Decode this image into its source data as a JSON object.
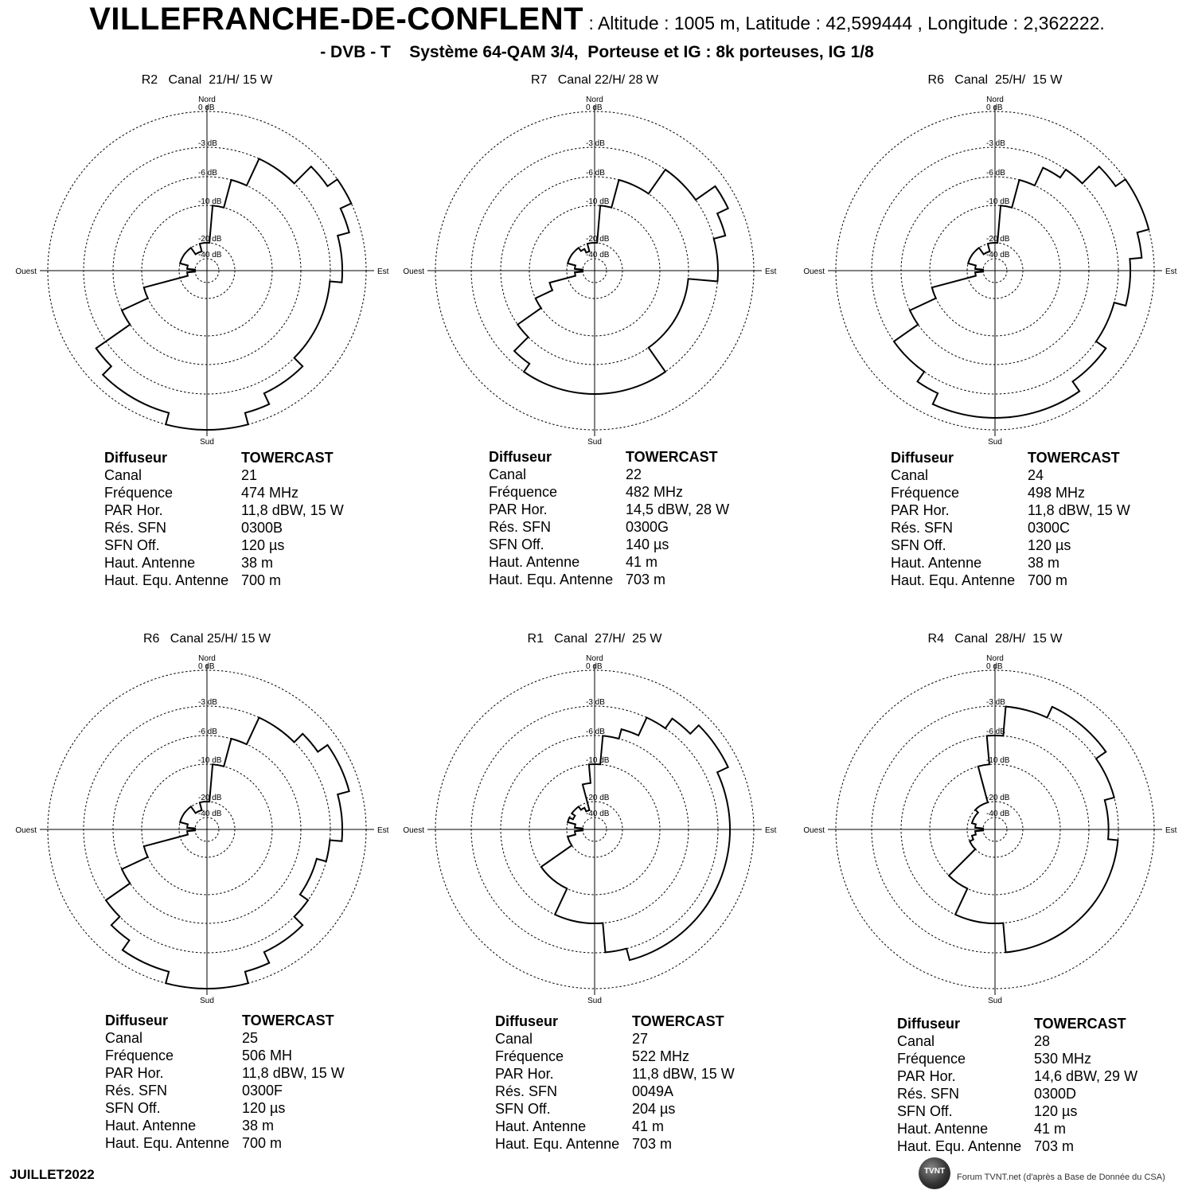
{
  "header": {
    "town": "VILLEFRANCHE-DE-CONFLENT",
    "coords": " : Altitude : 1005 m, Latitude : 42,599444 , Longitude : 2,362222.",
    "subtitle": "- DVB - T    Système 64-QAM 3/4,  Porteuse et IG : 8k porteuses, IG 1/8"
  },
  "row_labels": [
    "Diffuseur",
    "Canal",
    "Fréquence",
    "PAR Hor.",
    "Rés. SFN",
    "SFN Off.",
    "Haut. Antenne",
    "Haut. Equ. Antenne"
  ],
  "ring_labels": [
    "0 dB",
    "-3 dB",
    "-6 dB",
    "-10 dB",
    "-20 dB",
    "-40 dB"
  ],
  "directions": {
    "north": "Nord",
    "south": "Sud",
    "east": "Est",
    "west": "Ouest"
  },
  "panels": [
    {
      "header": "R2   Canal  21/H/ 15 W",
      "diffuseur": "TOWERCAST",
      "canal": "21",
      "frequence": "474 MHz",
      "par": "11,8 dBW, 15 W",
      "sfn": "0300B",
      "sfn_off": "120 µs",
      "haut_antenne": "38 m",
      "haut_equ": "700 m"
    },
    {
      "header": "R7   Canal 22/H/ 28 W",
      "diffuseur": "TOWERCAST",
      "canal": "22",
      "frequence": "482 MHz",
      "par": "14,5 dBW, 28 W",
      "sfn": "0300G",
      "sfn_off": "140 µs",
      "haut_antenne": "41 m",
      "haut_equ": "703 m"
    },
    {
      "header": "R6   Canal  25/H/  15 W",
      "diffuseur": "TOWERCAST",
      "canal": "24",
      "frequence": "498 MHz",
      "par": "11,8 dBW, 15 W",
      "sfn": "0300C",
      "sfn_off": "120 µs",
      "haut_antenne": "38 m",
      "haut_equ": "700 m"
    },
    {
      "header": "R6   Canal 25/H/ 15 W",
      "diffuseur": "TOWERCAST",
      "canal": "25",
      "frequence": "506 MH",
      "par": "11,8 dBW, 15 W",
      "sfn": "0300F",
      "sfn_off": "120 µs",
      "haut_antenne": "38 m",
      "haut_equ": "700 m"
    },
    {
      "header": "R1   Canal  27/H/  25 W",
      "diffuseur": "TOWERCAST",
      "canal": "27",
      "frequence": "522 MHz",
      "par": "11,8 dBW, 15 W",
      "sfn": "0049A",
      "sfn_off": "204 µs",
      "haut_antenne": "41 m",
      "haut_equ": "703 m"
    },
    {
      "header": "R4   Canal  28/H/  15 W",
      "diffuseur": "TOWERCAST",
      "canal": "28",
      "frequence": "530 MHz",
      "par": "14,6 dBW, 29 W",
      "sfn": "0300D",
      "sfn_off": "120 µs",
      "haut_antenne": "41 m",
      "haut_equ": "703 m"
    }
  ],
  "footer": {
    "date": "JUILLET2022",
    "logo": "TVNT",
    "credit": "Forum TVNT.net (d'après  a Base de Donnée du CSA)"
  },
  "chart_data": [
    {
      "type": "polar",
      "title": "R2   Canal  21/H/ 15 W",
      "angle_unit": "deg_clockwise_from_north",
      "radial_unit": "dB",
      "rings_db": [
        0,
        -3,
        -6,
        -10,
        -20,
        -40
      ],
      "radial_min_db": -40,
      "pattern": [
        {
          "az": 0,
          "db": -20
        },
        {
          "az": 10,
          "db": -10
        },
        {
          "az": 20,
          "db": -6
        },
        {
          "az": 30,
          "db": -3
        },
        {
          "az": 40,
          "db": -3
        },
        {
          "az": 50,
          "db": -1
        },
        {
          "az": 60,
          "db": 0
        },
        {
          "az": 70,
          "db": -1
        },
        {
          "az": 80,
          "db": -2
        },
        {
          "az": 90,
          "db": -2
        },
        {
          "az": 100,
          "db": -3
        },
        {
          "az": 110,
          "db": -3
        },
        {
          "az": 120,
          "db": -3
        },
        {
          "az": 130,
          "db": -3
        },
        {
          "az": 140,
          "db": -2
        },
        {
          "az": 150,
          "db": -2
        },
        {
          "az": 160,
          "db": -1
        },
        {
          "az": 170,
          "db": 0
        },
        {
          "az": 180,
          "db": 0
        },
        {
          "az": 190,
          "db": 0
        },
        {
          "az": 200,
          "db": -1
        },
        {
          "az": 210,
          "db": -1
        },
        {
          "az": 220,
          "db": -1
        },
        {
          "az": 230,
          "db": -2
        },
        {
          "az": 240,
          "db": -6
        },
        {
          "az": 250,
          "db": -10
        },
        {
          "az": 260,
          "db": -30
        },
        {
          "az": 270,
          "db": -40
        },
        {
          "az": 280,
          "db": -30
        },
        {
          "az": 290,
          "db": -20
        },
        {
          "az": 300,
          "db": -20
        },
        {
          "az": 310,
          "db": -20
        },
        {
          "az": 320,
          "db": -20
        },
        {
          "az": 330,
          "db": -30
        },
        {
          "az": 340,
          "db": -30
        },
        {
          "az": 350,
          "db": -20
        }
      ]
    },
    {
      "type": "polar",
      "title": "R7   Canal 22/H/ 28 W",
      "angle_unit": "deg_clockwise_from_north",
      "radial_unit": "dB",
      "rings_db": [
        0,
        -3,
        -6,
        -10,
        -20,
        -40
      ],
      "radial_min_db": -40,
      "pattern": [
        {
          "az": 0,
          "db": -20
        },
        {
          "az": 10,
          "db": -10
        },
        {
          "az": 20,
          "db": -6
        },
        {
          "az": 30,
          "db": -6
        },
        {
          "az": 40,
          "db": -3
        },
        {
          "az": 50,
          "db": -3
        },
        {
          "az": 60,
          "db": -1
        },
        {
          "az": 70,
          "db": -2
        },
        {
          "az": 80,
          "db": -3
        },
        {
          "az": 90,
          "db": -3
        },
        {
          "az": 100,
          "db": -6
        },
        {
          "az": 110,
          "db": -6
        },
        {
          "az": 120,
          "db": -6
        },
        {
          "az": 130,
          "db": -6
        },
        {
          "az": 140,
          "db": -6
        },
        {
          "az": 150,
          "db": -3
        },
        {
          "az": 160,
          "db": -3
        },
        {
          "az": 170,
          "db": -3
        },
        {
          "az": 180,
          "db": -3
        },
        {
          "az": 190,
          "db": -3
        },
        {
          "az": 200,
          "db": -3
        },
        {
          "az": 210,
          "db": -3
        },
        {
          "az": 220,
          "db": -4
        },
        {
          "az": 230,
          "db": -6
        },
        {
          "az": 240,
          "db": -10
        },
        {
          "az": 250,
          "db": -15
        },
        {
          "az": 260,
          "db": -30
        },
        {
          "az": 270,
          "db": -40
        },
        {
          "az": 280,
          "db": -30
        },
        {
          "az": 290,
          "db": -20
        },
        {
          "az": 300,
          "db": -20
        },
        {
          "az": 310,
          "db": -20
        },
        {
          "az": 320,
          "db": -20
        },
        {
          "az": 330,
          "db": -25
        },
        {
          "az": 340,
          "db": -30
        },
        {
          "az": 350,
          "db": -20
        }
      ]
    },
    {
      "type": "polar",
      "title": "R6   Canal  25/H/  15 W",
      "angle_unit": "deg_clockwise_from_north",
      "radial_unit": "dB",
      "rings_db": [
        0,
        -3,
        -6,
        -10,
        -20,
        -40
      ],
      "radial_min_db": -40,
      "pattern": [
        {
          "az": 0,
          "db": -20
        },
        {
          "az": 10,
          "db": -10
        },
        {
          "az": 20,
          "db": -6
        },
        {
          "az": 30,
          "db": -4
        },
        {
          "az": 40,
          "db": -3
        },
        {
          "az": 50,
          "db": -1
        },
        {
          "az": 60,
          "db": 0
        },
        {
          "az": 70,
          "db": 0
        },
        {
          "az": 80,
          "db": -1
        },
        {
          "az": 90,
          "db": -2
        },
        {
          "az": 100,
          "db": -2
        },
        {
          "az": 110,
          "db": -3
        },
        {
          "az": 120,
          "db": -3
        },
        {
          "az": 130,
          "db": -2
        },
        {
          "az": 140,
          "db": -2
        },
        {
          "az": 150,
          "db": -1
        },
        {
          "az": 160,
          "db": -1
        },
        {
          "az": 170,
          "db": -1
        },
        {
          "az": 180,
          "db": -1
        },
        {
          "az": 190,
          "db": -1
        },
        {
          "az": 200,
          "db": -1
        },
        {
          "az": 210,
          "db": -2
        },
        {
          "az": 220,
          "db": -3
        },
        {
          "az": 230,
          "db": -3
        },
        {
          "az": 240,
          "db": -6
        },
        {
          "az": 250,
          "db": -10
        },
        {
          "az": 260,
          "db": -30
        },
        {
          "az": 270,
          "db": -40
        },
        {
          "az": 280,
          "db": -30
        },
        {
          "az": 290,
          "db": -20
        },
        {
          "az": 300,
          "db": -20
        },
        {
          "az": 310,
          "db": -20
        },
        {
          "az": 320,
          "db": -20
        },
        {
          "az": 330,
          "db": -30
        },
        {
          "az": 340,
          "db": -30
        },
        {
          "az": 350,
          "db": -20
        }
      ]
    },
    {
      "type": "polar",
      "title": "R6   Canal 25/H/ 15 W",
      "angle_unit": "deg_clockwise_from_north",
      "radial_unit": "dB",
      "rings_db": [
        0,
        -3,
        -6,
        -10,
        -20,
        -40
      ],
      "radial_min_db": -40,
      "pattern": [
        {
          "az": 0,
          "db": -20
        },
        {
          "az": 10,
          "db": -10
        },
        {
          "az": 20,
          "db": -6
        },
        {
          "az": 30,
          "db": -3
        },
        {
          "az": 40,
          "db": -3
        },
        {
          "az": 50,
          "db": -2
        },
        {
          "az": 60,
          "db": -1
        },
        {
          "az": 70,
          "db": -1
        },
        {
          "az": 80,
          "db": -2
        },
        {
          "az": 90,
          "db": -2
        },
        {
          "az": 100,
          "db": -3
        },
        {
          "az": 110,
          "db": -4
        },
        {
          "az": 120,
          "db": -4
        },
        {
          "az": 130,
          "db": -3
        },
        {
          "az": 140,
          "db": -2
        },
        {
          "az": 150,
          "db": -2
        },
        {
          "az": 160,
          "db": -1
        },
        {
          "az": 170,
          "db": 0
        },
        {
          "az": 180,
          "db": 0
        },
        {
          "az": 190,
          "db": 0
        },
        {
          "az": 200,
          "db": -1
        },
        {
          "az": 210,
          "db": -1
        },
        {
          "az": 220,
          "db": -2
        },
        {
          "az": 230,
          "db": -3
        },
        {
          "az": 240,
          "db": -6
        },
        {
          "az": 250,
          "db": -10
        },
        {
          "az": 260,
          "db": -30
        },
        {
          "az": 270,
          "db": -40
        },
        {
          "az": 280,
          "db": -30
        },
        {
          "az": 290,
          "db": -20
        },
        {
          "az": 300,
          "db": -20
        },
        {
          "az": 310,
          "db": -20
        },
        {
          "az": 320,
          "db": -20
        },
        {
          "az": 330,
          "db": -30
        },
        {
          "az": 340,
          "db": -30
        },
        {
          "az": 350,
          "db": -20
        }
      ]
    },
    {
      "type": "polar",
      "title": "R1   Canal  27/H/  25 W",
      "angle_unit": "deg_clockwise_from_north",
      "radial_unit": "dB",
      "rings_db": [
        0,
        -3,
        -6,
        -10,
        -20,
        -40
      ],
      "radial_min_db": -40,
      "pattern": [
        {
          "az": 0,
          "db": -10
        },
        {
          "az": 10,
          "db": -6
        },
        {
          "az": 20,
          "db": -5
        },
        {
          "az": 30,
          "db": -3
        },
        {
          "az": 40,
          "db": -2
        },
        {
          "az": 50,
          "db": -1
        },
        {
          "az": 60,
          "db": -1
        },
        {
          "az": 70,
          "db": -2
        },
        {
          "az": 80,
          "db": -2
        },
        {
          "az": 90,
          "db": -2
        },
        {
          "az": 100,
          "db": -2
        },
        {
          "az": 110,
          "db": -2
        },
        {
          "az": 120,
          "db": -2
        },
        {
          "az": 130,
          "db": -2
        },
        {
          "az": 140,
          "db": -2
        },
        {
          "az": 150,
          "db": -2
        },
        {
          "az": 160,
          "db": -2
        },
        {
          "az": 170,
          "db": -3
        },
        {
          "az": 180,
          "db": -6
        },
        {
          "az": 190,
          "db": -6
        },
        {
          "az": 200,
          "db": -6
        },
        {
          "az": 210,
          "db": -10
        },
        {
          "az": 220,
          "db": -10
        },
        {
          "az": 230,
          "db": -10
        },
        {
          "az": 240,
          "db": -20
        },
        {
          "az": 250,
          "db": -20
        },
        {
          "az": 260,
          "db": -30
        },
        {
          "az": 270,
          "db": -40
        },
        {
          "az": 280,
          "db": -30
        },
        {
          "az": 290,
          "db": -20
        },
        {
          "az": 300,
          "db": -25
        },
        {
          "az": 310,
          "db": -20
        },
        {
          "az": 320,
          "db": -20
        },
        {
          "az": 330,
          "db": -25
        },
        {
          "az": 340,
          "db": -30
        },
        {
          "az": 350,
          "db": -15
        }
      ]
    },
    {
      "type": "polar",
      "title": "R4   Canal  28/H/  15 W",
      "angle_unit": "deg_clockwise_from_north",
      "radial_unit": "dB",
      "rings_db": [
        0,
        -3,
        -6,
        -10,
        -20,
        -40
      ],
      "radial_min_db": -40,
      "pattern": [
        {
          "az": 0,
          "db": -6
        },
        {
          "az": 10,
          "db": -3
        },
        {
          "az": 20,
          "db": -3
        },
        {
          "az": 30,
          "db": -2
        },
        {
          "az": 40,
          "db": -2
        },
        {
          "az": 50,
          "db": -2
        },
        {
          "az": 60,
          "db": -3
        },
        {
          "az": 70,
          "db": -3
        },
        {
          "az": 80,
          "db": -4
        },
        {
          "az": 90,
          "db": -4
        },
        {
          "az": 100,
          "db": -3
        },
        {
          "az": 110,
          "db": -3
        },
        {
          "az": 120,
          "db": -3
        },
        {
          "az": 130,
          "db": -3
        },
        {
          "az": 140,
          "db": -3
        },
        {
          "az": 150,
          "db": -3
        },
        {
          "az": 160,
          "db": -3
        },
        {
          "az": 170,
          "db": -3
        },
        {
          "az": 180,
          "db": -6
        },
        {
          "az": 190,
          "db": -6
        },
        {
          "az": 200,
          "db": -6
        },
        {
          "az": 210,
          "db": -10
        },
        {
          "az": 220,
          "db": -10
        },
        {
          "az": 230,
          "db": -20
        },
        {
          "az": 240,
          "db": -20
        },
        {
          "az": 250,
          "db": -25
        },
        {
          "az": 260,
          "db": -30
        },
        {
          "az": 270,
          "db": -40
        },
        {
          "az": 280,
          "db": -30
        },
        {
          "az": 290,
          "db": -25
        },
        {
          "az": 300,
          "db": -25
        },
        {
          "az": 310,
          "db": -25
        },
        {
          "az": 320,
          "db": -20
        },
        {
          "az": 330,
          "db": -20
        },
        {
          "az": 340,
          "db": -20
        },
        {
          "az": 350,
          "db": -10
        }
      ]
    }
  ]
}
